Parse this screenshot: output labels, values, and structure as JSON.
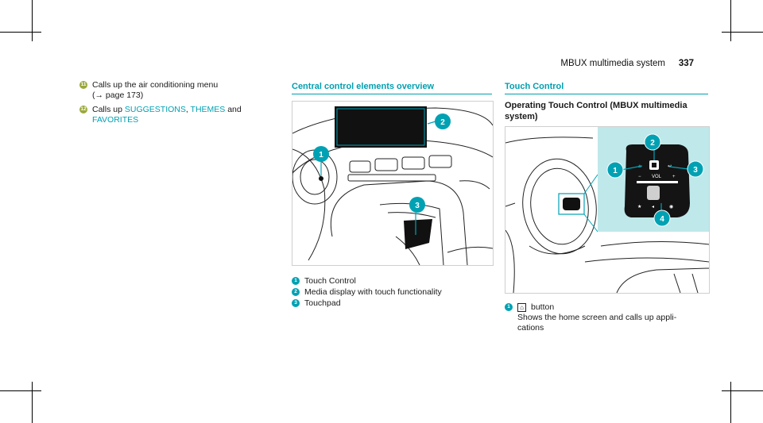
{
  "header": {
    "title": "MBUX multimedia system",
    "page_number": "337"
  },
  "left_column": {
    "items": [
      {
        "marker": "11",
        "line1": "Calls up the air conditioning menu",
        "line2_prefix": "(",
        "arrow": "→",
        "line2_page": "page 173)"
      },
      {
        "marker": "12",
        "prefix": "Calls up",
        "link1": "SUGGESTIONS",
        "sep": ",",
        "link2": "THEMES",
        "and": "and",
        "link3": "FAVORITES"
      }
    ]
  },
  "middle_column": {
    "heading": "Central control elements overview",
    "callouts": [
      "1",
      "2",
      "3"
    ],
    "legend": [
      {
        "marker": "1",
        "text": "Touch Control"
      },
      {
        "marker": "2",
        "text": "Media display with touch functionality"
      },
      {
        "marker": "3",
        "text": "Touchpad"
      }
    ]
  },
  "right_column": {
    "heading": "Touch Control",
    "subheading": "Operating Touch Control (MBUX multimedia system)",
    "callouts": [
      "1",
      "2",
      "3",
      "4"
    ],
    "control_labels": {
      "vol": "VOL",
      "minus": "−",
      "plus": "+"
    },
    "legend": [
      {
        "marker": "1",
        "icon": "home-icon",
        "label": "button",
        "desc": "Shows the home screen and calls up appli-",
        "desc2": "cations"
      }
    ]
  },
  "colors": {
    "accent": "#00a1b3",
    "marker_olive": "#9aa83a",
    "panel": "#bfe8ea"
  }
}
